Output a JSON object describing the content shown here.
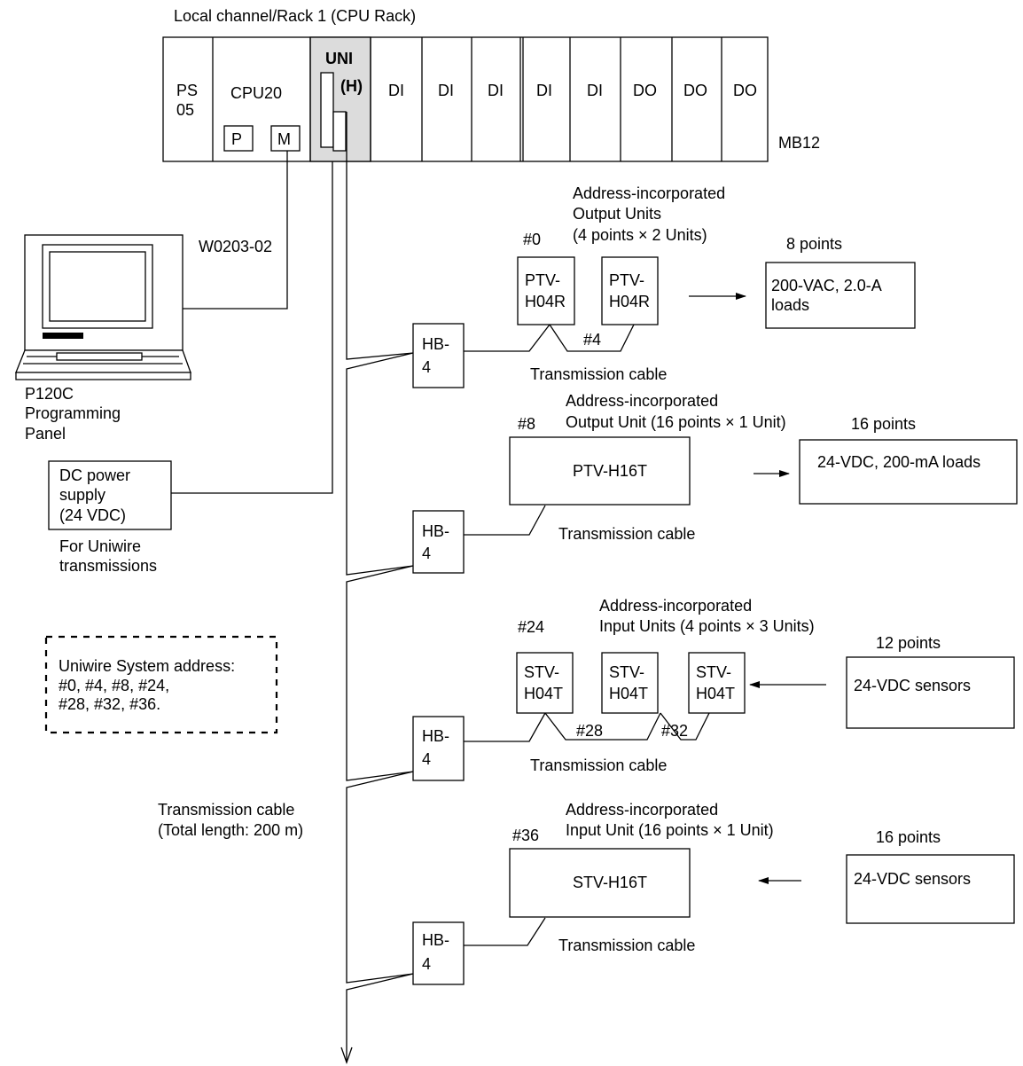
{
  "rack": {
    "caption": "Local channel/Rack 1 (CPU Rack)",
    "ps": [
      "PS",
      "05"
    ],
    "cpu": "CPU20",
    "cpu_port_p": "P",
    "cpu_port_m": "M",
    "uni": "UNI",
    "uni_h": "(H)",
    "slots": [
      "DI",
      "DI",
      "DI",
      "DI",
      "DI",
      "DO",
      "DO",
      "DO"
    ],
    "backplane": "MB12"
  },
  "programming": {
    "cable": "W0203-02",
    "panel_label": [
      "P120C",
      "Programming",
      "Panel"
    ]
  },
  "power": {
    "box": [
      "DC power",
      "supply",
      "(24 VDC)"
    ],
    "note": [
      "For Uniwire",
      "transmissions"
    ]
  },
  "address_note": [
    "Uniwire System address:",
    "#0, #4, #8, #24,",
    "#28, #32, #36."
  ],
  "main_cable": [
    "Transmission cable",
    "(Total length: 200 m)"
  ],
  "hubs": [
    "HB-",
    "4"
  ],
  "groups": [
    {
      "desc": [
        "Address-incorporated",
        "Output Units",
        "(4 points × 2 Units)"
      ],
      "start_addr": "#0",
      "units": [
        [
          "PTV-",
          "H04R"
        ],
        [
          "PTV-",
          "H04R"
        ]
      ],
      "link_addrs": [
        "#4"
      ],
      "cable": "Transmission cable",
      "points": "8 points",
      "device": [
        "200-VAC, 2.0-A",
        "loads"
      ]
    },
    {
      "desc": [
        "Address-incorporated",
        "Output Unit (16 points × 1 Unit)"
      ],
      "start_addr": "#8",
      "units": [
        [
          "PTV-H16T"
        ]
      ],
      "link_addrs": [],
      "cable": "Transmission cable",
      "points": "16 points",
      "device": [
        "24-VDC, 200-mA loads"
      ]
    },
    {
      "desc": [
        "Address-incorporated",
        "Input Units (4 points × 3 Units)"
      ],
      "start_addr": "#24",
      "units": [
        [
          "STV-",
          "H04T"
        ],
        [
          "STV-",
          "H04T"
        ],
        [
          "STV-",
          "H04T"
        ]
      ],
      "link_addrs": [
        "#28",
        "#32"
      ],
      "cable": "Transmission cable",
      "points": "12 points",
      "device": [
        "24-VDC sensors"
      ]
    },
    {
      "desc": [
        "Address-incorporated",
        "Input Unit (16 points × 1 Unit)"
      ],
      "start_addr": "#36",
      "units": [
        [
          "STV-H16T"
        ]
      ],
      "link_addrs": [],
      "cable": "Transmission cable",
      "points": "16 points",
      "device": [
        "24-VDC sensors"
      ]
    }
  ]
}
